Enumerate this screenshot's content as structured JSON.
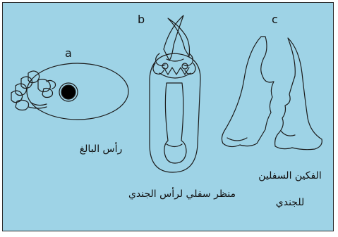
{
  "colors": {
    "panel_background": "#9ed3e6",
    "outline": "#1c1c1c",
    "ocellus": "#000000",
    "frame": "#2a2a2a"
  },
  "figure": {
    "parts": [
      {
        "letter": "a",
        "caption_lines": [
          "رأس البالغ"
        ]
      },
      {
        "letter": "b",
        "caption_lines": [
          "منظر سفلي لرأس الجندي"
        ]
      },
      {
        "letter": "c",
        "caption_lines": [
          "الفكين السفلين",
          "للجندي"
        ]
      }
    ]
  }
}
